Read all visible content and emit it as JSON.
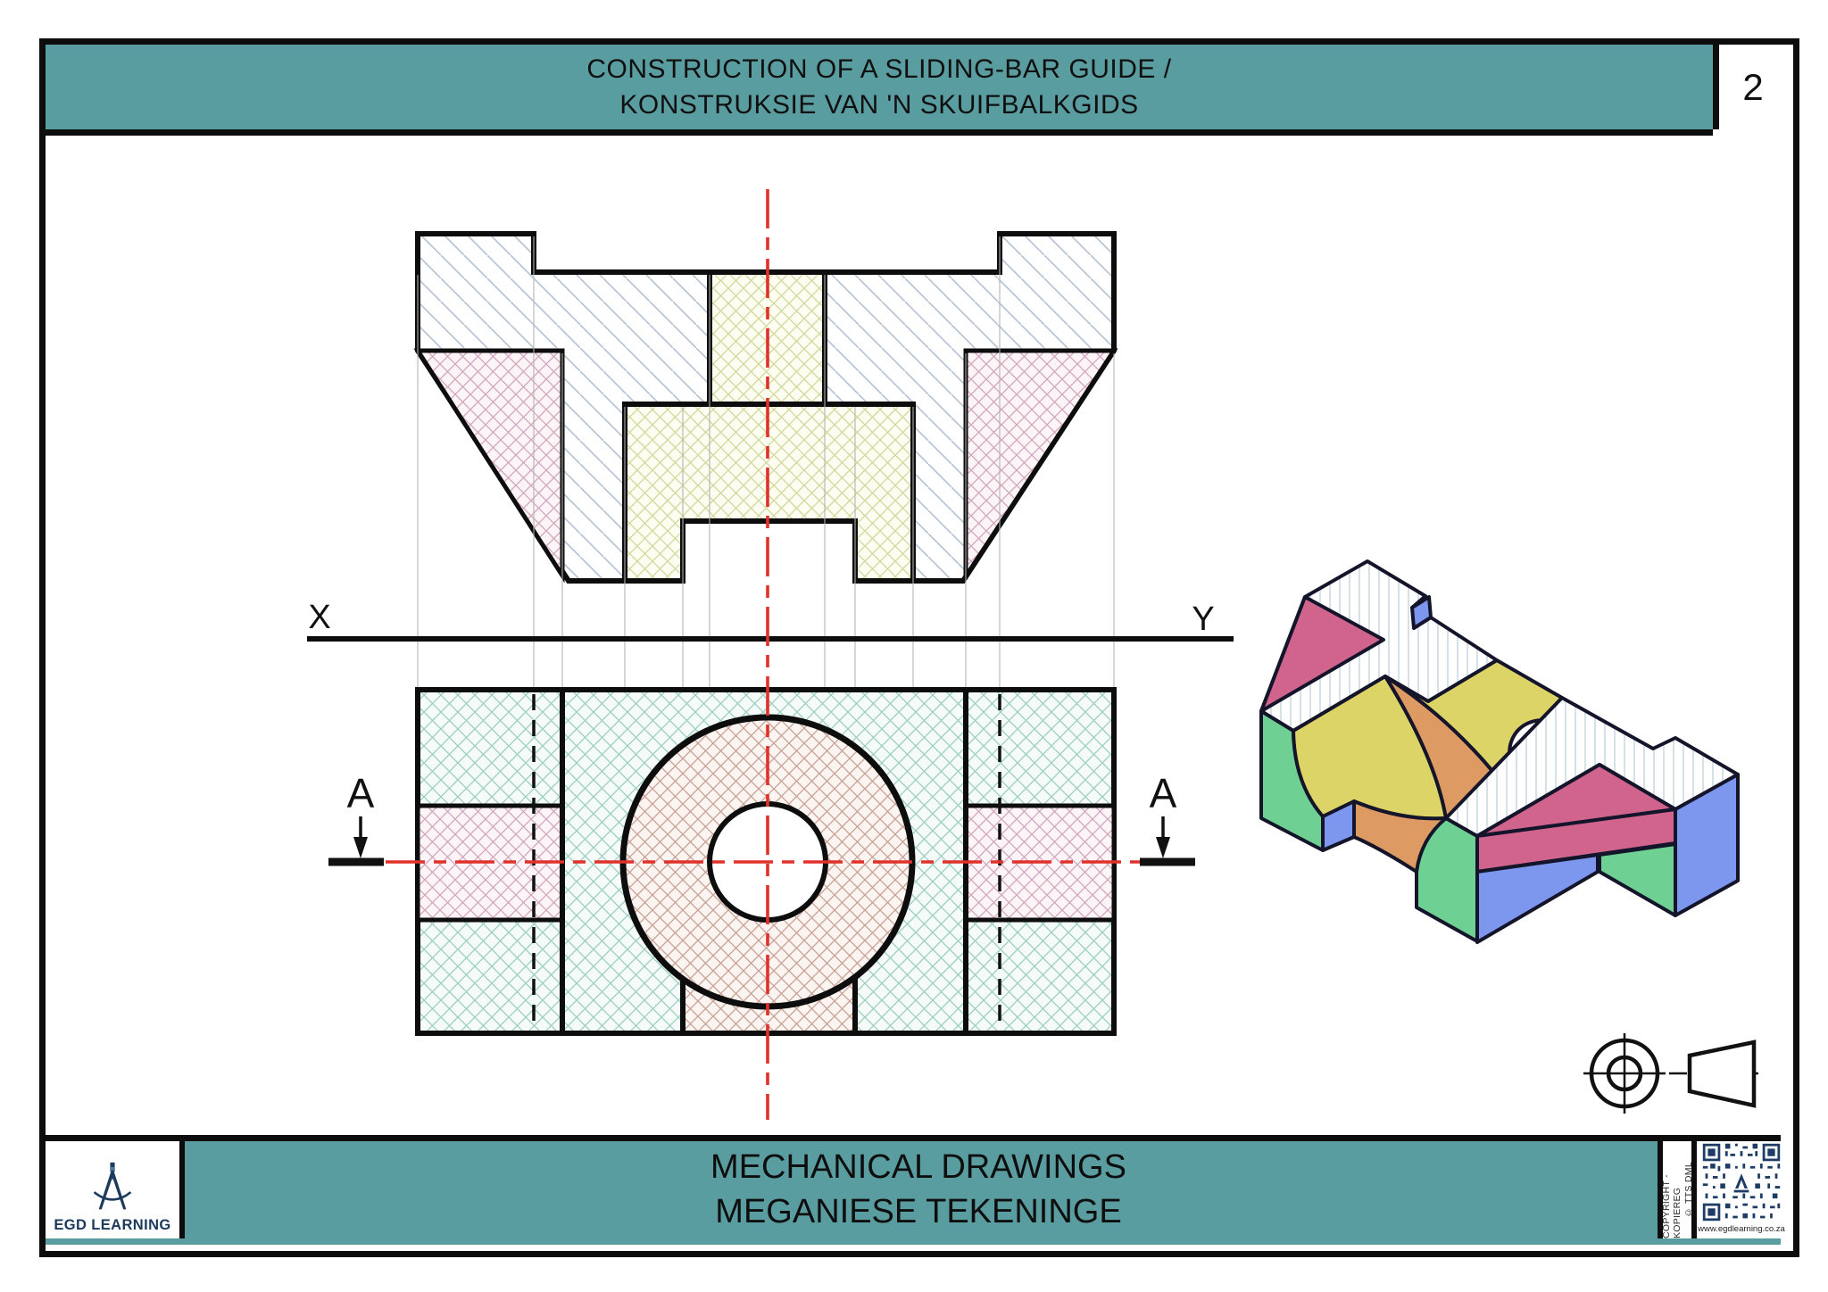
{
  "header": {
    "title_line1": "CONSTRUCTION OF A SLIDING-BAR GUIDE /",
    "title_line2": "KONSTRUKSIE VAN 'N SKUIFBALKGIDS",
    "page_number": "2"
  },
  "drawing": {
    "xy_label_left": "X",
    "xy_label_right": "Y",
    "section_label_left": "A",
    "section_label_right": "A"
  },
  "footer": {
    "title_line1": "MECHANICAL DRAWINGS",
    "title_line2": "MEGANIESE TEKENINGE",
    "logo_text": "EGD LEARNING",
    "copyright_line1": "COPYRIGHT - KOPIEREG",
    "copyright_line2": "© TTS DML",
    "website": "www.egdlearning.co.za"
  },
  "colors": {
    "band_teal": "#5A9DA0",
    "centerline_red": "#E0312A",
    "outline_black": "#0d0d0d",
    "hatch_blue": "#B3C2D2",
    "hatch_yellow": "#D2D89B",
    "hatch_pink": "#D2A6BC",
    "hatch_teal": "#9CCFC0",
    "hatch_rose": "#C9A095",
    "iso_pink": "#D0648C",
    "iso_yellow": "#DDD468",
    "iso_orange": "#DD9A62",
    "iso_green": "#6ED193",
    "iso_blue": "#7D97EE",
    "logo_navy": "#1C3A5C",
    "qr_navy": "#1E3D66"
  }
}
